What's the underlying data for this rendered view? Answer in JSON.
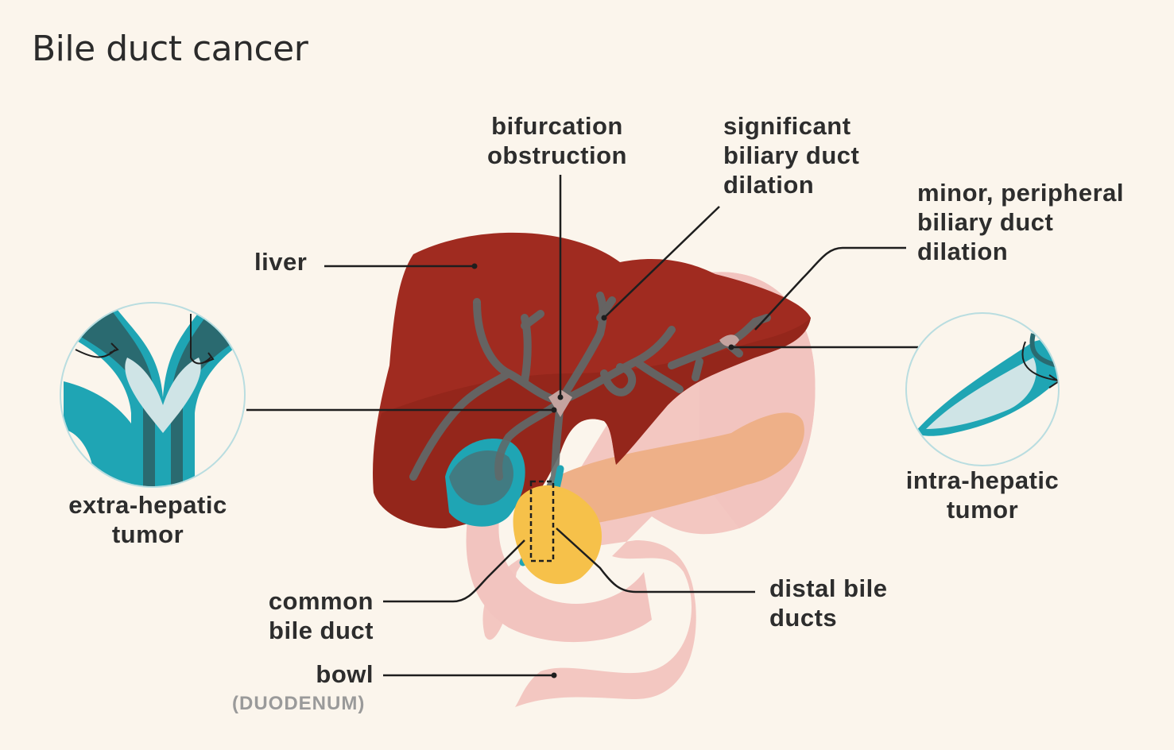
{
  "title": "Bile duct cancer",
  "labels": {
    "bifurcation": [
      "bifurcation",
      "obstruction"
    ],
    "significant": [
      "significant",
      "biliary duct",
      "dilation"
    ],
    "minor": [
      "minor, peripheral",
      "biliary duct",
      "dilation"
    ],
    "liver": [
      "liver"
    ],
    "extra_hepatic": [
      "extra-hepatic",
      "tumor"
    ],
    "intra_hepatic": [
      "intra-hepatic",
      "tumor"
    ],
    "common_bile_duct": [
      "common",
      "bile duct"
    ],
    "distal_bile_ducts": [
      "distal bile",
      "ducts"
    ],
    "bowl": [
      "bowl"
    ],
    "duodenum": "(DUODENUM)"
  },
  "colors": {
    "background": "#fbf5ec",
    "liver": "#a02b20",
    "liver_shade": "#8a2218",
    "duodenum": "#f2c4bf",
    "pancreas": "#eeb088",
    "ducts": "#5f6a6a",
    "gallbladder": "#1fa5b4",
    "tumor": "#f6c14a",
    "leader": "#1e1e1e"
  },
  "icons": [
    "extra-hepatic-tumor-inset",
    "intra-hepatic-tumor-inset"
  ]
}
